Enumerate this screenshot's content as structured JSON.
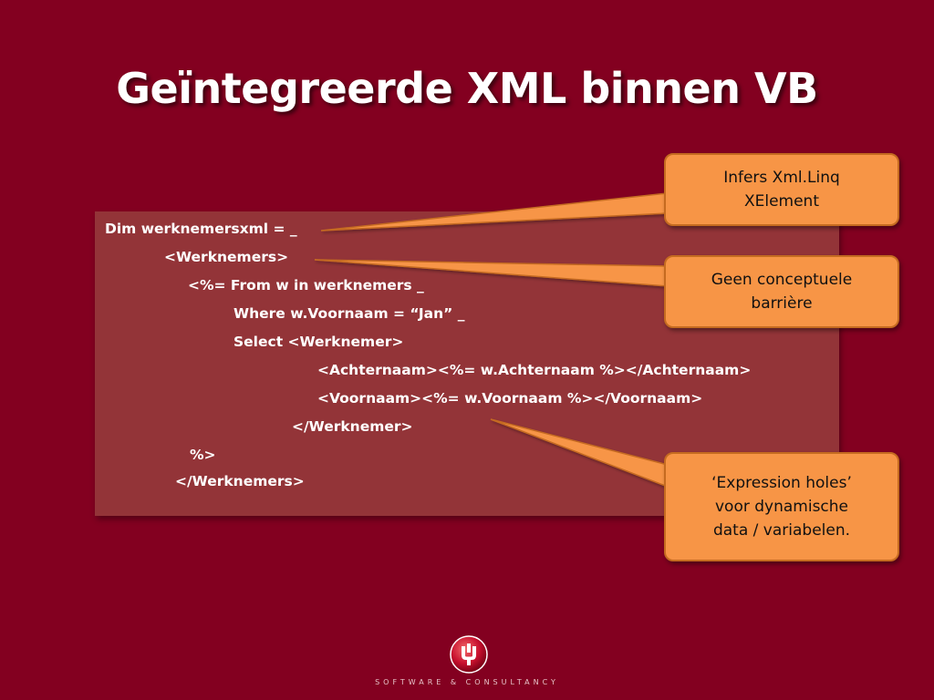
{
  "slide": {
    "title": "Geïntegreerde XML binnen VB"
  },
  "code": {
    "lines": [
      "Dim werknemersxml = _",
      "<Werknemers>",
      "<%= From w in werknemers _",
      "Where w.Voornaam = “Jan” _",
      "Select <Werknemer>",
      "<Achternaam><%= w.Achternaam %></Achternaam>",
      "<Voornaam><%= w.Voornaam %></Voornaam>",
      "</Werknemer>",
      "%>",
      "</Werknemers>"
    ]
  },
  "callouts": [
    {
      "line1": "Infers Xml.Linq",
      "line2": "XElement",
      "line3": ""
    },
    {
      "line1": "Geen conceptuele",
      "line2": "barrière",
      "line3": ""
    },
    {
      "line1": "‘Expression holes’",
      "line2": "voor dynamische",
      "line3": "data / variabelen."
    }
  ],
  "footer": {
    "tagline": "SOFTWARE & CONSULTANCY"
  },
  "colors": {
    "background": "#830020",
    "code_box": "#933438",
    "callout_fill": "#f79546",
    "callout_border": "#c56b20",
    "text_light": "#ffffff"
  },
  "icons": {
    "logo": "company-logo-icon"
  }
}
